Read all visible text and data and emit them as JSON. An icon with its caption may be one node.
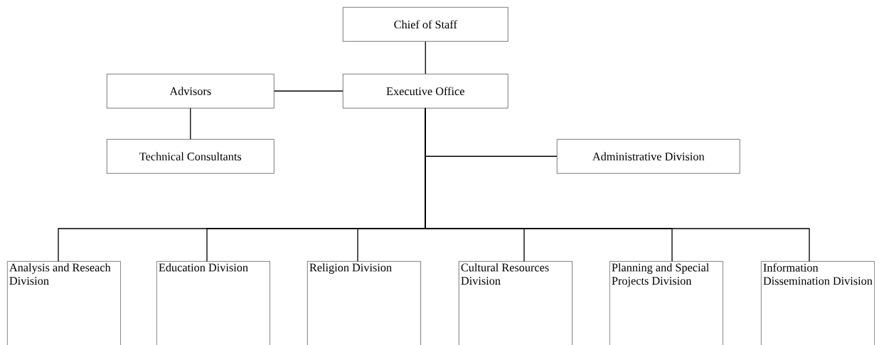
{
  "diagram": {
    "nodes": [
      {
        "text": [
          "Chief of Staff"
        ]
      },
      {
        "text": [
          "Executive Office"
        ]
      },
      {
        "text": [
          "Advisors"
        ]
      },
      {
        "text": [
          "Technical Consultants"
        ]
      },
      {
        "text": [
          "Administrative Division"
        ]
      },
      {
        "text": [
          "Analysis and Reseach Division"
        ]
      },
      {
        "text": [
          "Education Division"
        ]
      },
      {
        "text": [
          "Religion Division"
        ]
      },
      {
        "text": [
          "Cultural Resources Division"
        ]
      },
      {
        "text": [
          "Planning and Special Projects Division"
        ]
      },
      {
        "text": [
          "Information Dissemination Division"
        ]
      }
    ],
    "edges": [
      {
        "from": 0,
        "to": 1,
        "arrow": "none"
      },
      {
        "from": 2,
        "to": 1,
        "arrow": "none"
      },
      {
        "from": 2,
        "to": 3,
        "arrow": "none"
      },
      {
        "from": 1,
        "to": 4,
        "arrow": "none"
      },
      {
        "from": 1,
        "to": 5,
        "arrow": "none"
      },
      {
        "from": 1,
        "to": 6,
        "arrow": "none"
      },
      {
        "from": 1,
        "to": 7,
        "arrow": "none"
      },
      {
        "from": 1,
        "to": 8,
        "arrow": "none"
      },
      {
        "from": 1,
        "to": 9,
        "arrow": "none"
      },
      {
        "from": 1,
        "to": 10,
        "arrow": "none"
      }
    ]
  }
}
